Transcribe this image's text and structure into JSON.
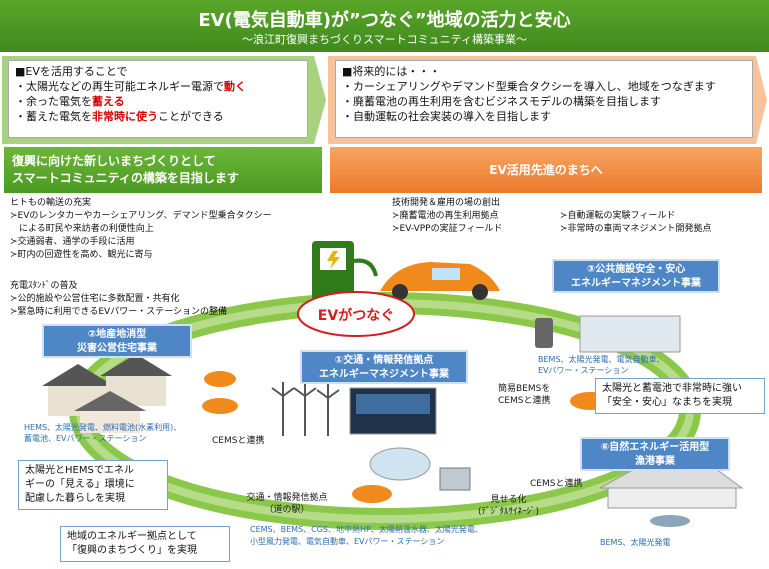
{
  "header": {
    "title": "EV(電気自動車)が”つなぐ”地域の活力と安心",
    "subtitle": "～浪江町復興まちづくりスマートコミュニティ構築事業～"
  },
  "left_box": {
    "heading": "■EVを活用することで",
    "lines": [
      {
        "pre": "・太陽光などの再生可能エネルギー電源で",
        "em": "動く",
        "post": ""
      },
      {
        "pre": "・余った電気を",
        "em": "蓄える",
        "post": ""
      },
      {
        "pre": "・蓄えた電気を",
        "em": "非常時に使う",
        "post": "ことができる"
      }
    ]
  },
  "right_box": {
    "heading": "■将来的には・・・",
    "lines": [
      "・カーシェアリングやデマンド型乗合タクシーを導入し、地域をつなぎます",
      "・廃蓄電池の再生利用を含むビジネスモデルの構築を目指します",
      "・自動運転の社会実装の導入を目指します"
    ]
  },
  "banner_left": [
    "復興に向けた新しいまちづくりとして",
    "スマートコミュニティの構築を目指します"
  ],
  "banner_right": "EV活用先進のまちへ",
  "transport": {
    "heading": "ヒトもの輸送の充実",
    "lines": [
      "≻EVのレンタカーやカーシェアリング、デマンド型乗合タクシー",
      "　による町民や来訪者の利便性向上",
      "≻交通弱者、通学の手段に活用",
      "≻町内の回遊性を高め、観光に寄与"
    ]
  },
  "charging": {
    "heading": "充電ｽﾀﾝﾄﾞの普及",
    "lines": [
      "≻公的施設や公営住宅に多数配置・共有化",
      "≻緊急時に利用できるEVパワー・ステーションの整備"
    ]
  },
  "tech": {
    "heading": "技術開発＆雇用の場の創出",
    "col1": [
      "≻廃蓄電池の再生利用拠点",
      "≻EV-VPPの実証フィールド"
    ],
    "col2": [
      "≻自動運転の実験フィールド",
      "≻非常時の車両マネジメント開発拠点"
    ]
  },
  "center_label": "EVがつなぐ",
  "nodes": {
    "n1": [
      "①交通・情報発信拠点",
      "エネルギーマネジメント事業"
    ],
    "n2": [
      "②地産地消型",
      "災害公営住宅事業"
    ],
    "n3": [
      "③公共施設安全・安心",
      "エネルギーマネジメント事業"
    ],
    "n6": [
      "⑥自然エネルギー活用型",
      "漁港事業"
    ]
  },
  "labels": {
    "hems_left": [
      "HEMS、太陽光発電、燃料電池(水素利用)、",
      "蓄電池、EVパワー・ステーション"
    ],
    "cems_link_left": "CEMSと連携",
    "bems_right": [
      "BEMS、太陽光発電、電気自動車、",
      "EVパワー・ステーション"
    ],
    "simple_bems": [
      "簡易BEMSを",
      "CEMSと連携"
    ],
    "cems_link_right": "CEMSと連携",
    "station": [
      "交通・情報発信拠点",
      "（道の駅）"
    ],
    "visual": [
      "見せる化",
      "(ﾃﾞｼﾞﾀﾙｻｲﾈｰｼﾞ)"
    ],
    "bottom_list": [
      "CEMS、BEMS、CGS、地中熱HP、太陽熱温水器、太陽光発電、",
      "小型風力発電、電気自動車、EVパワー・ステーション"
    ],
    "bems_solar": "BEMS、太陽光発電"
  },
  "notes": {
    "left": [
      "太陽光とHEMSでエネル",
      "ギーの「見える」環境に",
      "配慮した暮らしを実現"
    ],
    "bottom": [
      "地域のエネルギー拠点として",
      "「復興のまちづくり」を実現"
    ],
    "right": [
      "太陽光と蓄電池で非常時に強い",
      "「安全・安心」なまちを実現"
    ]
  },
  "colors": {
    "header": "#4c9a22",
    "orange": "#ec7a2c",
    "node_blue": "#4f87c6",
    "ring_green": "#7ec43c",
    "em_red": "#d60000"
  }
}
